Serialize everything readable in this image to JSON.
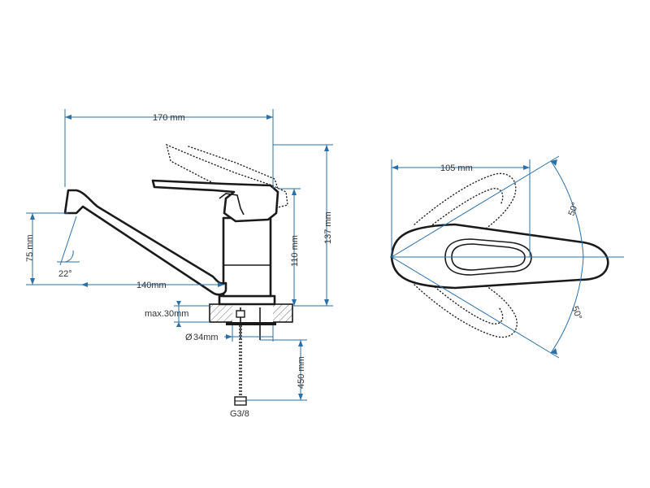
{
  "colors": {
    "dimension": "#2a6fa8",
    "outline": "#1a1a1a",
    "text": "#333333"
  },
  "side_view": {
    "width_top": "170 mm",
    "height_total": "137 mm",
    "height_body": "110 mm",
    "spout_height": "75 mm",
    "spout_angle": "22°",
    "spout_reach": "140mm",
    "max_thickness": "max.30mm",
    "hole_diameter_symbol": "Ø",
    "hole_diameter": "34mm",
    "hose_length": "450 mm",
    "thread": "G3/8"
  },
  "top_view": {
    "width": "105 mm",
    "angle_up": "50°",
    "angle_down": "50°"
  }
}
